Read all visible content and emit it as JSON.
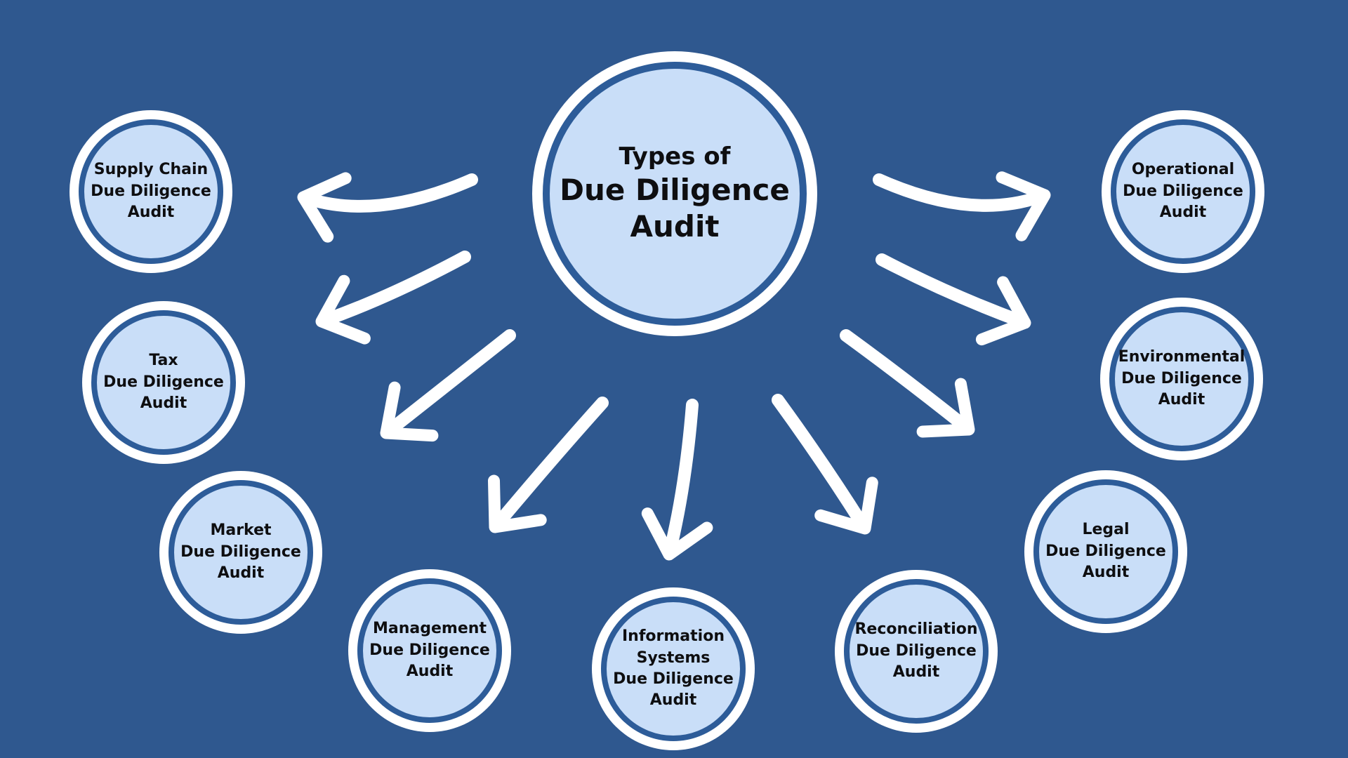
{
  "title": {
    "line1": "Types of",
    "line2": "Due Diligence",
    "line3": "Audit"
  },
  "nodes": [
    {
      "id": "supply-chain",
      "label": "Supply Chain\nDue Diligence\nAudit"
    },
    {
      "id": "tax",
      "label": "Tax\nDue Diligence\nAudit"
    },
    {
      "id": "market",
      "label": "Market\nDue Diligence\nAudit"
    },
    {
      "id": "management",
      "label": "Management\nDue Diligence\nAudit"
    },
    {
      "id": "information-systems",
      "label": "Information\nSystems\nDue Diligence\nAudit"
    },
    {
      "id": "reconciliation",
      "label": "Reconciliation\nDue Diligence\nAudit"
    },
    {
      "id": "legal",
      "label": "Legal\nDue Diligence\nAudit"
    },
    {
      "id": "environmental",
      "label": "Environmental\nDue Diligence\nAudit"
    },
    {
      "id": "operational",
      "label": "Operational\nDue Diligence\nAudit"
    }
  ],
  "edges": [
    {
      "from": "center",
      "to": "supply-chain"
    },
    {
      "from": "center",
      "to": "tax"
    },
    {
      "from": "center",
      "to": "market"
    },
    {
      "from": "center",
      "to": "management"
    },
    {
      "from": "center",
      "to": "information-systems"
    },
    {
      "from": "center",
      "to": "reconciliation"
    },
    {
      "from": "center",
      "to": "legal"
    },
    {
      "from": "center",
      "to": "environmental"
    },
    {
      "from": "center",
      "to": "operational"
    }
  ],
  "colors": {
    "background": "#2F588F",
    "node_fill": "#C9DEF8",
    "node_ring": "#2D5C99",
    "node_outline": "#FFFFFF",
    "arrow": "#FFFFFF",
    "text": "#0E0E10"
  }
}
